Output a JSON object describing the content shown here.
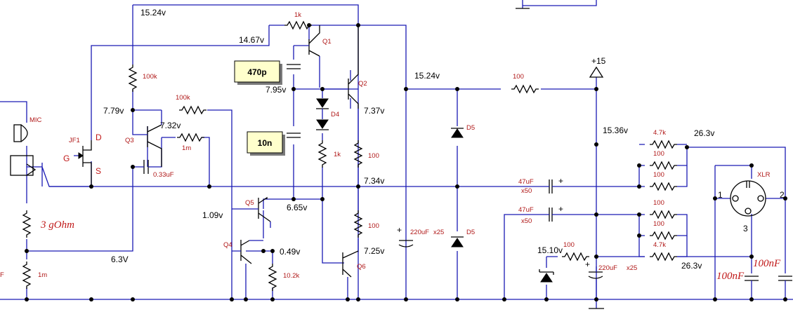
{
  "notes": {
    "cap_470p": "470p",
    "cap_10n": "10n"
  },
  "voltages": {
    "v1524_top": "15.24v",
    "v1467": "14.67v",
    "v795": "7.95v",
    "v779": "7.79v",
    "v732": "7.32v",
    "v737": "7.37v",
    "v734": "7.34v",
    "v665": "6.65v",
    "v109": "1.09v",
    "v049": "0.49v",
    "v725": "7.25v",
    "v63": "6.3V",
    "v1524_mid": "15.24v",
    "v1536": "15.36v",
    "v263_top": "26.3v",
    "v263_bot": "26.3v",
    "v1510": "15.10v",
    "rail": "+15"
  },
  "labels": {
    "r1k_top": "1k",
    "q1": "Q1",
    "q2": "Q2",
    "q3": "Q3",
    "q4": "Q4",
    "q5": "Q5",
    "q6": "Q6",
    "r100k_v": "100k",
    "r100k_h": "100k",
    "r1m_q3": "1m",
    "c033": "0.33uF",
    "d4": "D4",
    "r1k_mid": "1k",
    "r100_q2": "100",
    "r100_q6": "100",
    "r10_2k": "10.2k",
    "mic": "MIC",
    "jf1": "JF1",
    "d_pin": "D",
    "g_pin": "G",
    "s_pin": "S",
    "r1m_bot": "1m",
    "f_lbl": "F",
    "c220_a": "220uF",
    "x25_a": "x25",
    "d5_top": "D5",
    "d5_bot": "D5",
    "r100_rail": "100",
    "c47a": "47uF",
    "x50a": "x50",
    "c47b": "47uF",
    "x50b": "x50",
    "r47k_top": "4.7k",
    "r100_a": "100",
    "r100_b": "100",
    "r100_c": "100",
    "r100_d": "100",
    "r47k_bot": "4.7k",
    "r100_z": "100",
    "c220_b": "220uF",
    "x25_b": "x25",
    "xlr": "XLR",
    "pin1": "1",
    "pin2": "2",
    "pin3": "3",
    "hw_3g": "3 gOhm",
    "hw_100nf_a": "100nF",
    "hw_100nf_b": "100nF"
  }
}
